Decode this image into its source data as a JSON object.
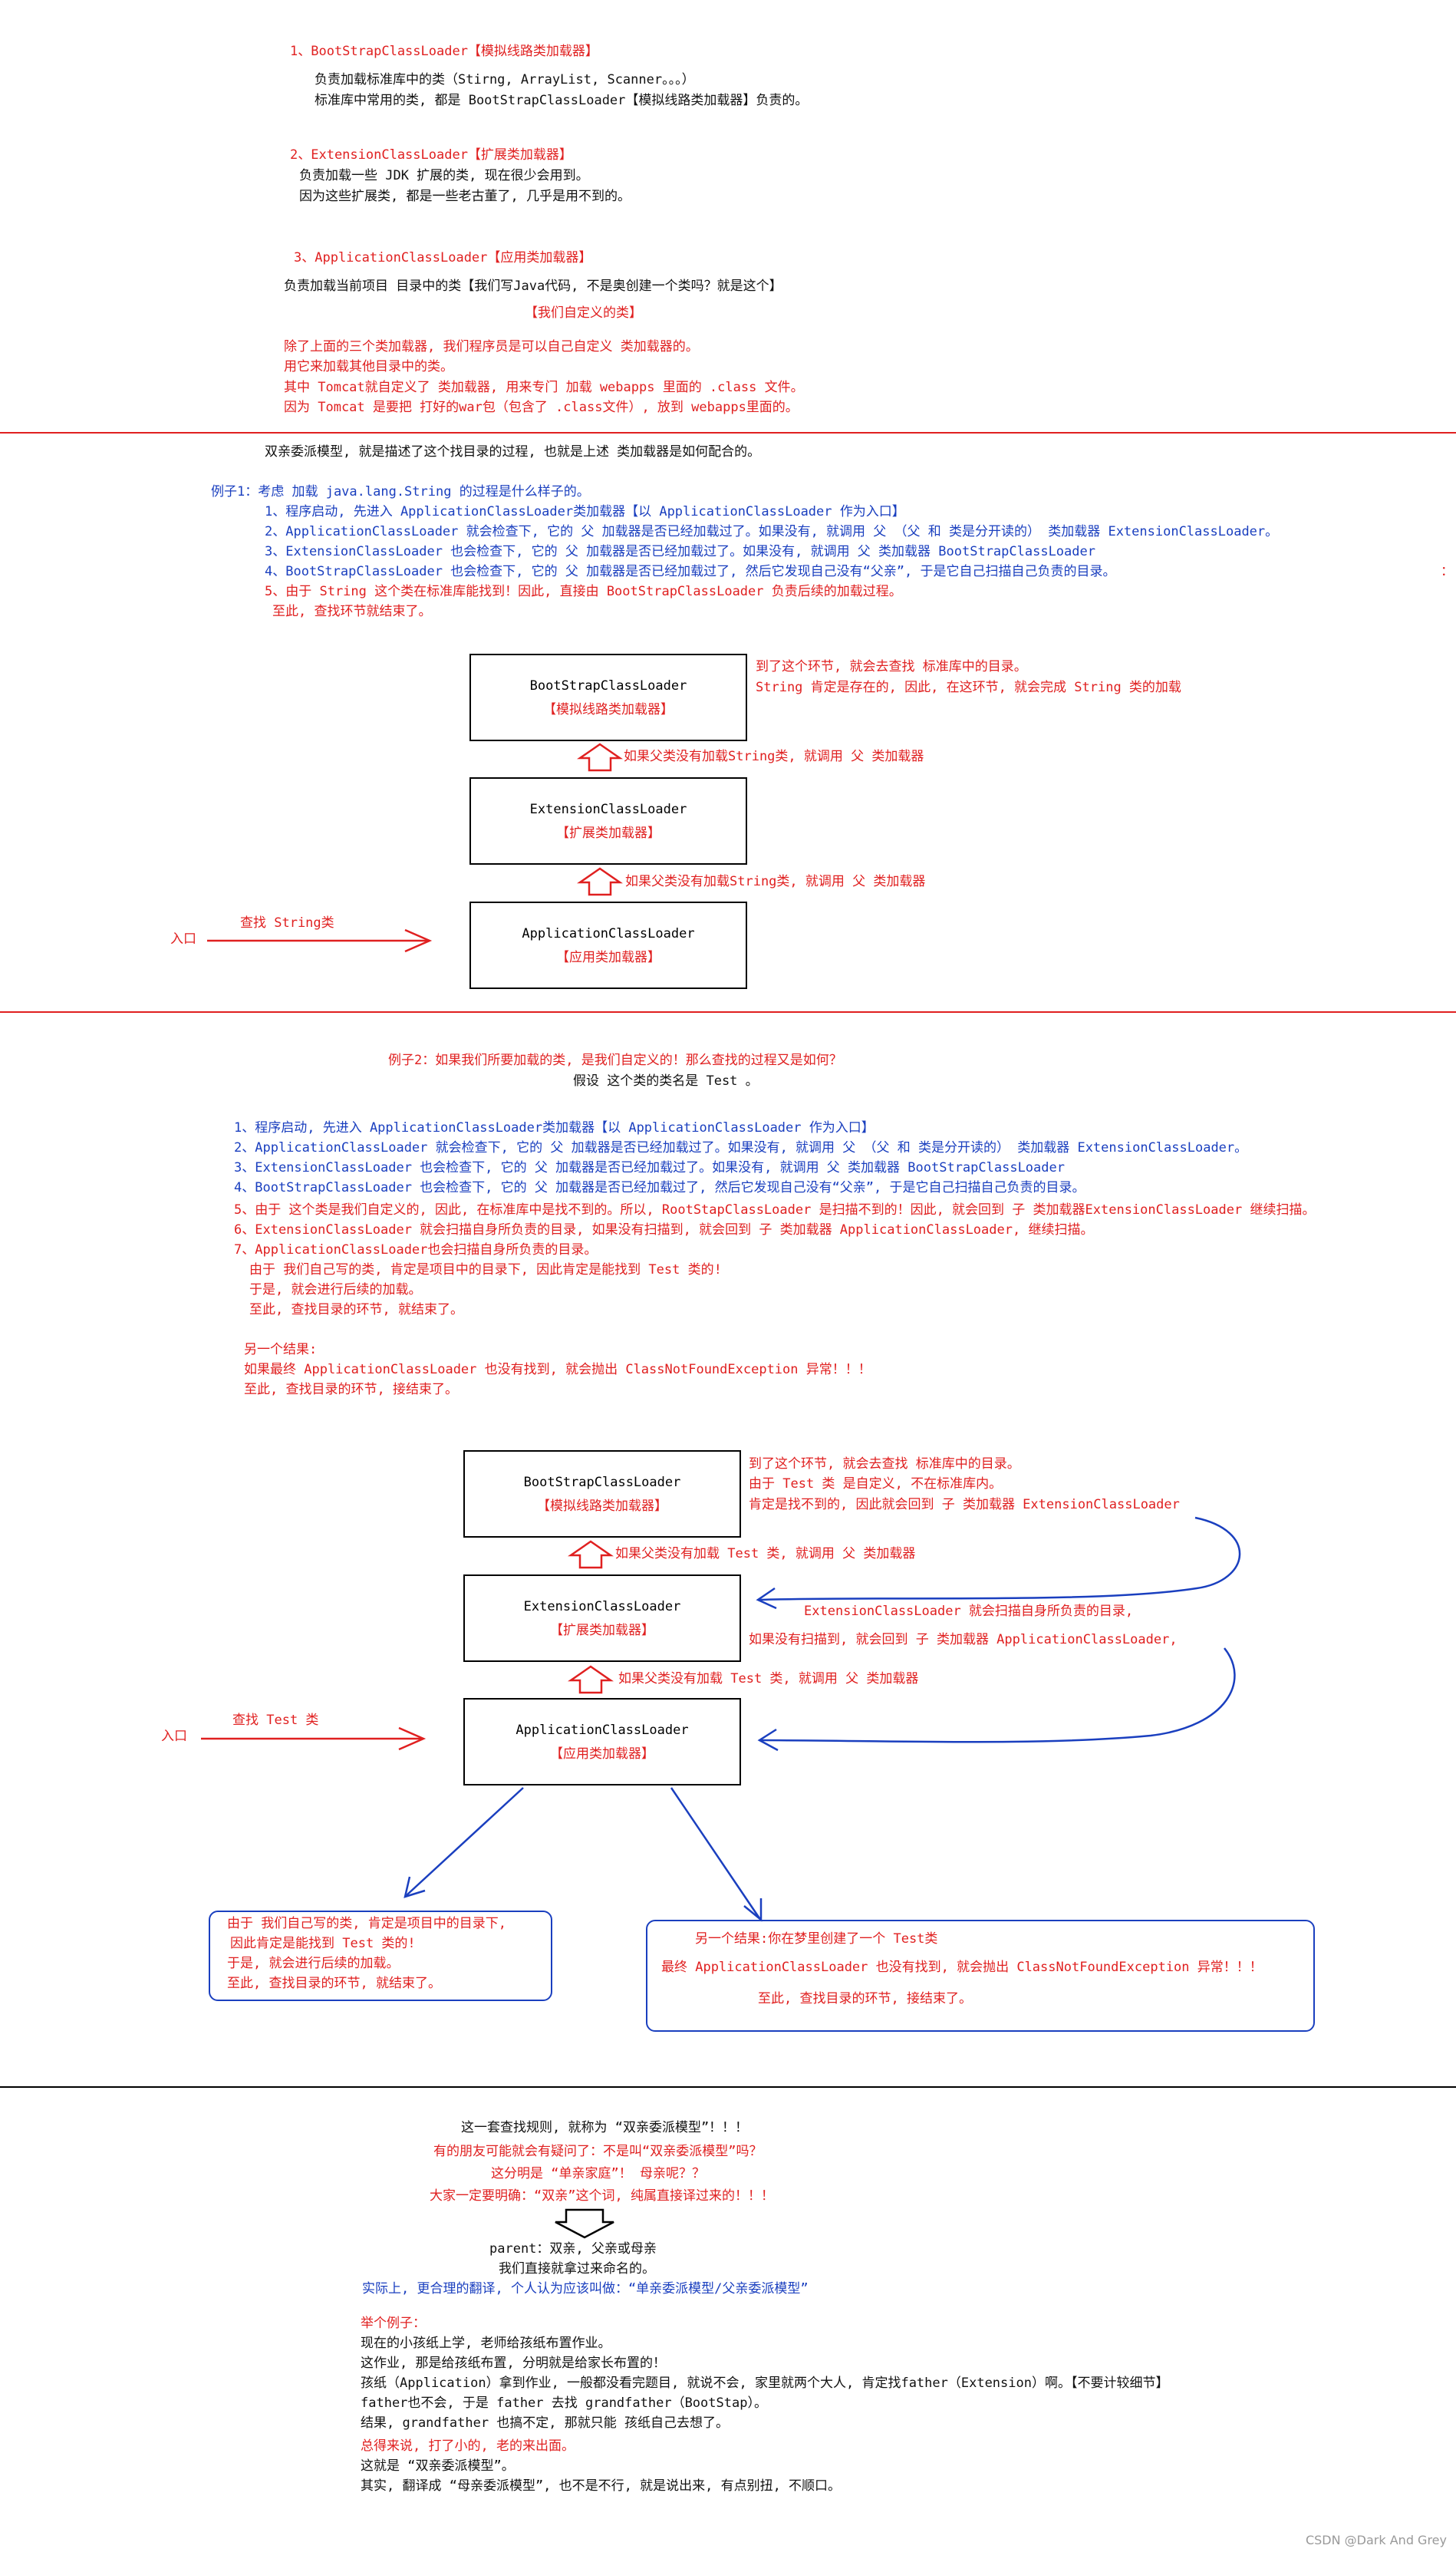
{
  "section1": {
    "l1": "1、BootStrapClassLoader【模拟线路类加载器】",
    "l2": "负责加载标准库中的类（Stirng, ArrayList, Scanner。。。）",
    "l3": "标准库中常用的类, 都是 BootStrapClassLoader【模拟线路类加载器】负责的。",
    "l4": "2、ExtensionClassLoader【扩展类加载器】",
    "l5": "负责加载一些 JDK 扩展的类, 现在很少会用到。",
    "l6": "因为这些扩展类, 都是一些老古董了, 几乎是用不到的。",
    "l7": "3、ApplicationClassLoader【应用类加载器】",
    "l8": "负责加载当前项目 目录中的类【我们写Java代码, 不是奥创建一个类吗？就是这个】",
    "l9": "【我们自定义的类】",
    "l10": "除了上面的三个类加载器, 我们程序员是可以自己自定义 类加载器的。",
    "l11": "用它来加载其他目录中的类。",
    "l12": "其中 Tomcat就自定义了 类加载器, 用来专门 加载 webapps 里面的 .class 文件。",
    "l13": "因为 Tomcat 是要把 打好的war包（包含了 .class文件）, 放到 webapps里面的。"
  },
  "section2": {
    "intro": "双亲委派模型, 就是描述了这个找目录的过程, 也就是上述 类加载器是如何配合的。",
    "ex": "例子1：考虑 加载 java.lang.String 的过程是什么样子的。",
    "s1": "1、程序启动, 先进入 ApplicationClassLoader类加载器【以 ApplicationClassLoader 作为入口】",
    "s2": "2、ApplicationClassLoader 就会检查下, 它的 父 加载器是否已经加载过了。如果没有, 就调用 父 （父 和 类是分开读的） 类加载器 ExtensionClassLoader。",
    "s3": "3、ExtensionClassLoader 也会检查下, 它的 父 加载器是否已经加载过了。如果没有, 就调用 父 类加载器 BootStrapClassLoader",
    "s4": "4、BootStrapClassLoader 也会检查下, 它的 父 加载器是否已经加载过了, 然后它发现自己没有“父亲”, 于是它自己扫描自己负责的目录。",
    "s5": "5、由于 String 这个类在标准库能找到！因此, 直接由 BootStrapClassLoader 负责后续的加载过程。",
    "s6": "至此, 查找环节就结束了。",
    "dot": "：",
    "boot": "BootStrapClassLoader",
    "boot_cn": "【模拟线路类加载器】",
    "ext": "ExtensionClassLoader",
    "ext_cn": "【扩展类加载器】",
    "app": "ApplicationClassLoader",
    "app_cn": "【应用类加载器】",
    "note1": "到了这个环节, 就会去查找 标准库中的目录。",
    "note2": "String 肯定是存在的, 因此, 在这环节, 就会完成 String 类的加载",
    "up1": "如果父类没有加载String类, 就调用 父 类加载器",
    "up2": "如果父类没有加载String类, 就调用 父 类加载器",
    "find": "查找 String类",
    "entry": "入口"
  },
  "section3": {
    "title1": "例子2：如果我们所要加载的类, 是我们自定义的！那么查找的过程又是如何？",
    "title2": "假设 这个类的类名是 Test 。",
    "s1": "1、程序启动, 先进入 ApplicationClassLoader类加载器【以 ApplicationClassLoader 作为入口】",
    "s2": "2、ApplicationClassLoader 就会检查下, 它的 父 加载器是否已经加载过了。如果没有, 就调用 父 （父 和 类是分开读的） 类加载器 ExtensionClassLoader。",
    "s3": "3、ExtensionClassLoader 也会检查下, 它的 父 加载器是否已经加载过了。如果没有, 就调用 父 类加载器 BootStrapClassLoader",
    "s4": "4、BootStrapClassLoader 也会检查下, 它的 父 加载器是否已经加载过了, 然后它发现自己没有“父亲”, 于是它自己扫描自己负责的目录。",
    "s5": "5、由于 这个类是我们自定义的, 因此, 在标准库中是找不到的。所以, RootStapClassLoader 是扫描不到的！因此, 就会回到 子 类加载器ExtensionClassLoader 继续扫描。",
    "s6": "6、ExtensionClassLoader 就会扫描自身所负责的目录, 如果没有扫描到, 就会回到 子 类加载器 ApplicationClassLoader, 继续扫描。",
    "s7": "7、ApplicationClassLoader也会扫描自身所负责的目录。",
    "s8": "由于 我们自己写的类, 肯定是项目中的目录下, 因此肯定是能找到 Test 类的!",
    "s9": "于是, 就会进行后续的加载。",
    "s10": "至此, 查找目录的环节, 就结束了。",
    "o1": "另一个结果:",
    "o2": "如果最终 ApplicationClassLoader 也没有找到, 就会抛出 ClassNotFoundException 异常！！！",
    "o3": "至此, 查找目录的环节, 接结束了。",
    "boot": "BootStrapClassLoader",
    "boot_cn": "【模拟线路类加载器】",
    "ext": "ExtensionClassLoader",
    "ext_cn": "【扩展类加载器】",
    "app": "ApplicationClassLoader",
    "app_cn": "【应用类加载器】",
    "n1": "到了这个环节, 就会去查找 标准库中的目录。",
    "n2": "由于 Test 类 是自定义, 不在标准库内。",
    "n3": "肯定是找不到的, 因此就会回到 子 类加载器 ExtensionClassLoader",
    "n4": "ExtensionClassLoader 就会扫描自身所负责的目录,",
    "n5": "如果没有扫描到, 就会回到 子 类加载器 ApplicationClassLoader,",
    "up1": "如果父类没有加载 Test 类, 就调用 父 类加载器",
    "up2": "如果父类没有加载 Test 类, 就调用 父 类加载器",
    "find": "查找 Test  类",
    "entry": "入口",
    "b1": "由于 我们自己写的类, 肯定是项目中的目录下,",
    "b2": "因此肯定是能找到 Test 类的!",
    "b3": "于是, 就会进行后续的加载。",
    "b4": "至此, 查找目录的环节, 就结束了。",
    "c1": "另一个结果:你在梦里创建了一个 Test类",
    "c2": "最终 ApplicationClassLoader 也没有找到, 就会抛出 ClassNotFoundException 异常！！！",
    "c3": "至此, 查找目录的环节, 接结束了。"
  },
  "section4": {
    "l1": "这一套查找规则, 就称为 “双亲委派模型”！！！",
    "l2": "有的朋友可能就会有疑问了：不是叫“双亲委派模型”吗？",
    "l3": "这分明是 “单亲家庭”！ 母亲呢？？",
    "l4": "大家一定要明确：“双亲”这个词, 纯属直接译过来的！！！",
    "l5": "parent：双亲, 父亲或母亲",
    "l6": "我们直接就拿过来命名的。",
    "l7": "实际上, 更合理的翻译, 个人认为应该叫做：“单亲委派模型/父亲委派模型”",
    "l8": "举个例子：",
    "l9": "现在的小孩纸上学, 老师给孩纸布置作业。",
    "l10": "这作业, 那是给孩纸布置, 分明就是给家长布置的！",
    "l11": "孩纸（Application）拿到作业, 一般都没看完题目, 就说不会, 家里就两个大人, 肯定找father（Extension）啊。【不要计较细节】",
    "l12": "father也不会, 于是 father 去找 grandfather（BootStap）。",
    "l13": "结果, grandfather 也搞不定, 那就只能 孩纸自己去想了。",
    "l14": "总得来说, 打了小的, 老的来出面。",
    "l15": "这就是 “双亲委派模型”。",
    "l16": "其实, 翻译成 “母亲委派模型”, 也不是不行, 就是说出来, 有点别扭, 不顺口。"
  },
  "watermark": "CSDN @Dark And Grey",
  "colors": {
    "red": "#e02020",
    "blue": "#1a3fbf",
    "text": "#111111"
  }
}
